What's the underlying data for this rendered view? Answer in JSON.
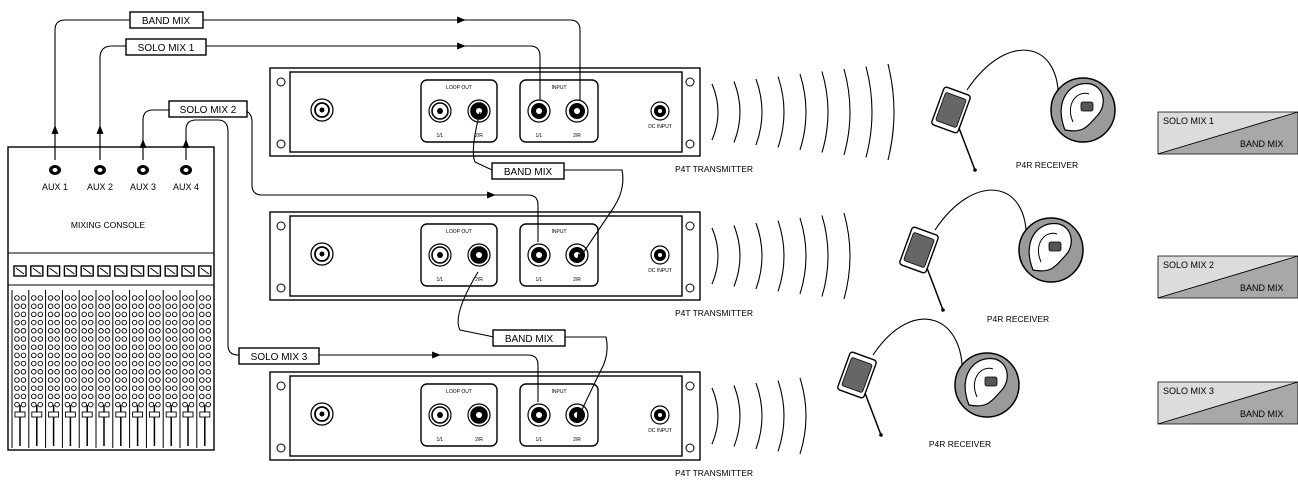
{
  "console": {
    "title": "MIXING CONSOLE",
    "aux": [
      "AUX 1",
      "AUX 2",
      "AUX 3",
      "AUX 4"
    ]
  },
  "mix_labels": {
    "band_mix": "BAND MIX",
    "solo_mix_1": "SOLO MIX 1",
    "solo_mix_2": "SOLO MIX 2",
    "solo_mix_3": "SOLO MIX 3"
  },
  "transmitters": [
    {
      "loop_out": "LOOP OUT",
      "input": "INPUT",
      "jack_l": "1/L",
      "jack_r": "2/R",
      "dc": "DC INPUT",
      "name": "P4T TRANSMITTER",
      "receiver": "P4R RECEIVER",
      "legend_top": "SOLO MIX 1",
      "legend_bottom": "BAND MIX"
    },
    {
      "loop_out": "LOOP OUT",
      "input": "INPUT",
      "jack_l": "1/L",
      "jack_r": "2/R",
      "dc": "DC INPUT",
      "name": "P4T TRANSMITTER",
      "receiver": "P4R RECEIVER",
      "legend_top": "SOLO MIX 2",
      "legend_bottom": "BAND MIX"
    },
    {
      "loop_out": "LOOP OUT",
      "input": "INPUT",
      "jack_l": "1/L",
      "jack_r": "2/R",
      "dc": "DC INPUT",
      "name": "P4T TRANSMITTER",
      "receiver": "P4R RECEIVER",
      "legend_top": "SOLO MIX 3",
      "legend_bottom": "BAND MIX"
    }
  ],
  "colors": {
    "legend_light": "#dcdcdc",
    "legend_dark": "#a8a8a8",
    "ear_fill": "#9a9a9a"
  }
}
